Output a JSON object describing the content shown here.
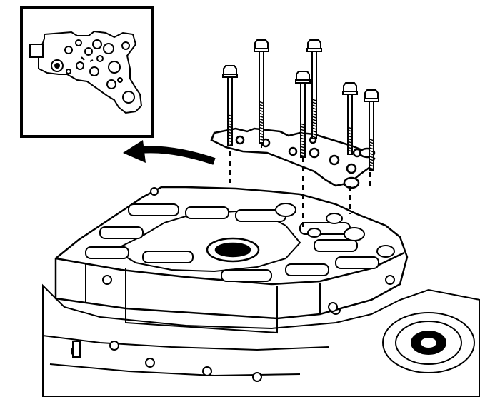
{
  "figure": {
    "background_color": "#ffffff",
    "ink_color": "#000000",
    "components": {
      "inset": "detail-inset",
      "arrow": "callout-arrow",
      "bolts": "bolt",
      "plate": "cover-plate",
      "valve_body": "valve-body",
      "case": "transmission-case"
    },
    "bolt_count": 6
  }
}
